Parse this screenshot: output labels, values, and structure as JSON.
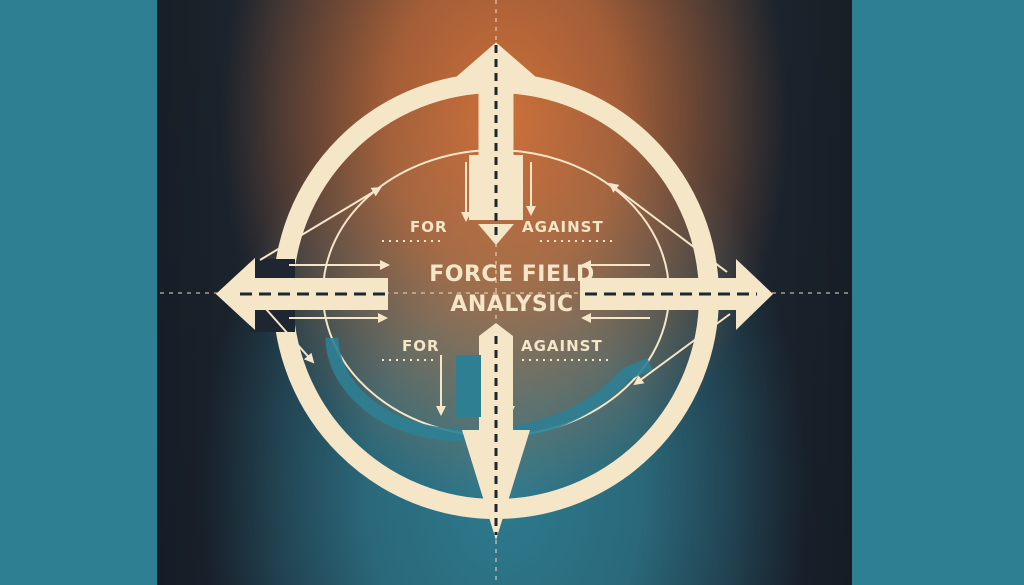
{
  "diagram": {
    "title_line_1": "FORCE FIELD",
    "title_line_2": "ANALYSIC",
    "top_left_label": "FOR",
    "top_right_label": "AGAINST",
    "bottom_left_label": "FOR",
    "bottom_right_label": "AGAINST"
  },
  "colors": {
    "cream": "#f5e6c8",
    "navy": "#1e2731",
    "orange": "#d6733a",
    "teal": "#2f7f93"
  }
}
